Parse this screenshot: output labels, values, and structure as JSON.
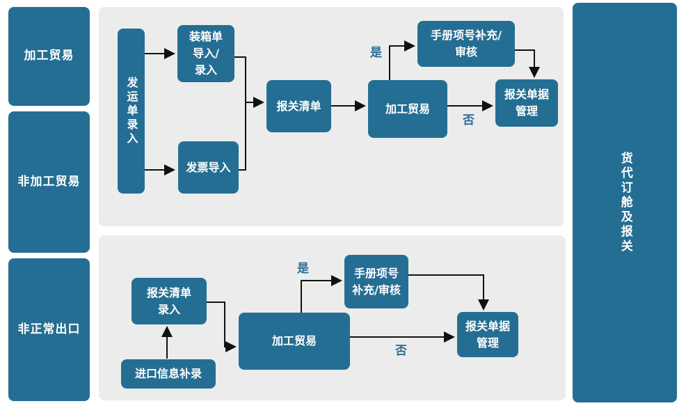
{
  "colors": {
    "node_blue": "#256e93",
    "panel_gray": "#ececec",
    "connector_black": "#111111",
    "decision_label_blue": "#2d6d96",
    "node_text_white": "#ffffff"
  },
  "lanes": {
    "processing_trade": "加工贸易",
    "non_processing_trade": "非加工贸易",
    "abnormal_export": "非正常出口",
    "freight_booking_declaration": "货代订舱及报关"
  },
  "top_flow": {
    "shipping_order_entry": "发运单录入",
    "packing_list_import": "装箱单\n导入/\n录入",
    "invoice_import": "发票导入",
    "declaration_list": "报关清单",
    "processing_trade": "加工贸易",
    "manual_item_supplement": "手册项号补充/\n审核",
    "declaration_docs_mgmt": "报关单据\n管理",
    "yes_label": "是",
    "no_label": "否"
  },
  "bottom_flow": {
    "declaration_list_entry": "报关清单\n录入",
    "import_info_supplement": "进口信息补录",
    "processing_trade": "加工贸易",
    "manual_item_supplement": "手册项号\n补充/审核",
    "declaration_docs_mgmt": "报关单据\n管理",
    "yes_label": "是",
    "no_label": "否"
  }
}
